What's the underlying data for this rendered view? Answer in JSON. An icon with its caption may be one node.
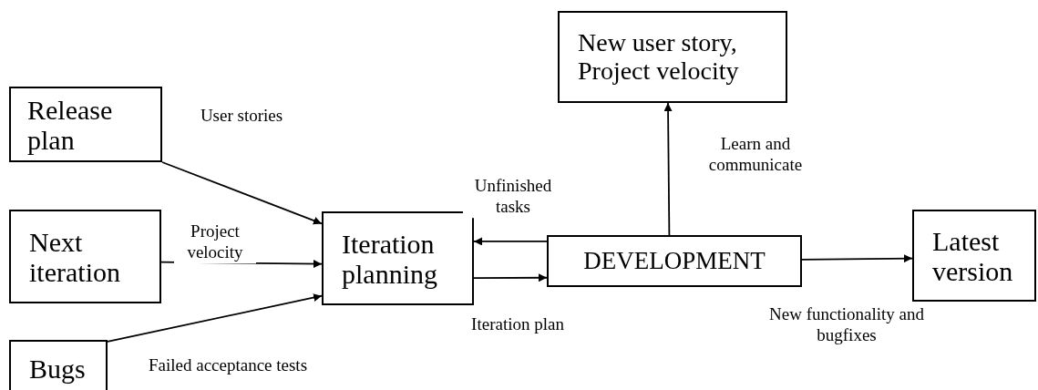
{
  "diagram": {
    "nodes": [
      {
        "text": [
          "Release plan"
        ]
      },
      {
        "text": [
          "Next iteration"
        ]
      },
      {
        "text": [
          "Bugs"
        ]
      },
      {
        "text": [
          "Iteration planning"
        ]
      },
      {
        "text": [
          "DEVELOPMENT"
        ]
      },
      {
        "text": [
          "New user story, Project velocity"
        ]
      },
      {
        "text": [
          "Latest version"
        ]
      }
    ],
    "edges": [
      {
        "from": 0,
        "to": 3,
        "arrow": "to",
        "label": "User stories"
      },
      {
        "from": 1,
        "to": 3,
        "arrow": "to",
        "label": "Project velocity"
      },
      {
        "from": 2,
        "to": 3,
        "arrow": "to",
        "label": "Failed acceptance tests"
      },
      {
        "from": 4,
        "to": 3,
        "arrow": "to",
        "label": "Unfinished tasks"
      },
      {
        "from": 3,
        "to": 4,
        "arrow": "to",
        "label": "Iteration plan"
      },
      {
        "from": 4,
        "to": 5,
        "arrow": "to",
        "label": "Learn and communicate"
      },
      {
        "from": 4,
        "to": 6,
        "arrow": "to",
        "label": "New functionality and bugfixes"
      }
    ]
  }
}
